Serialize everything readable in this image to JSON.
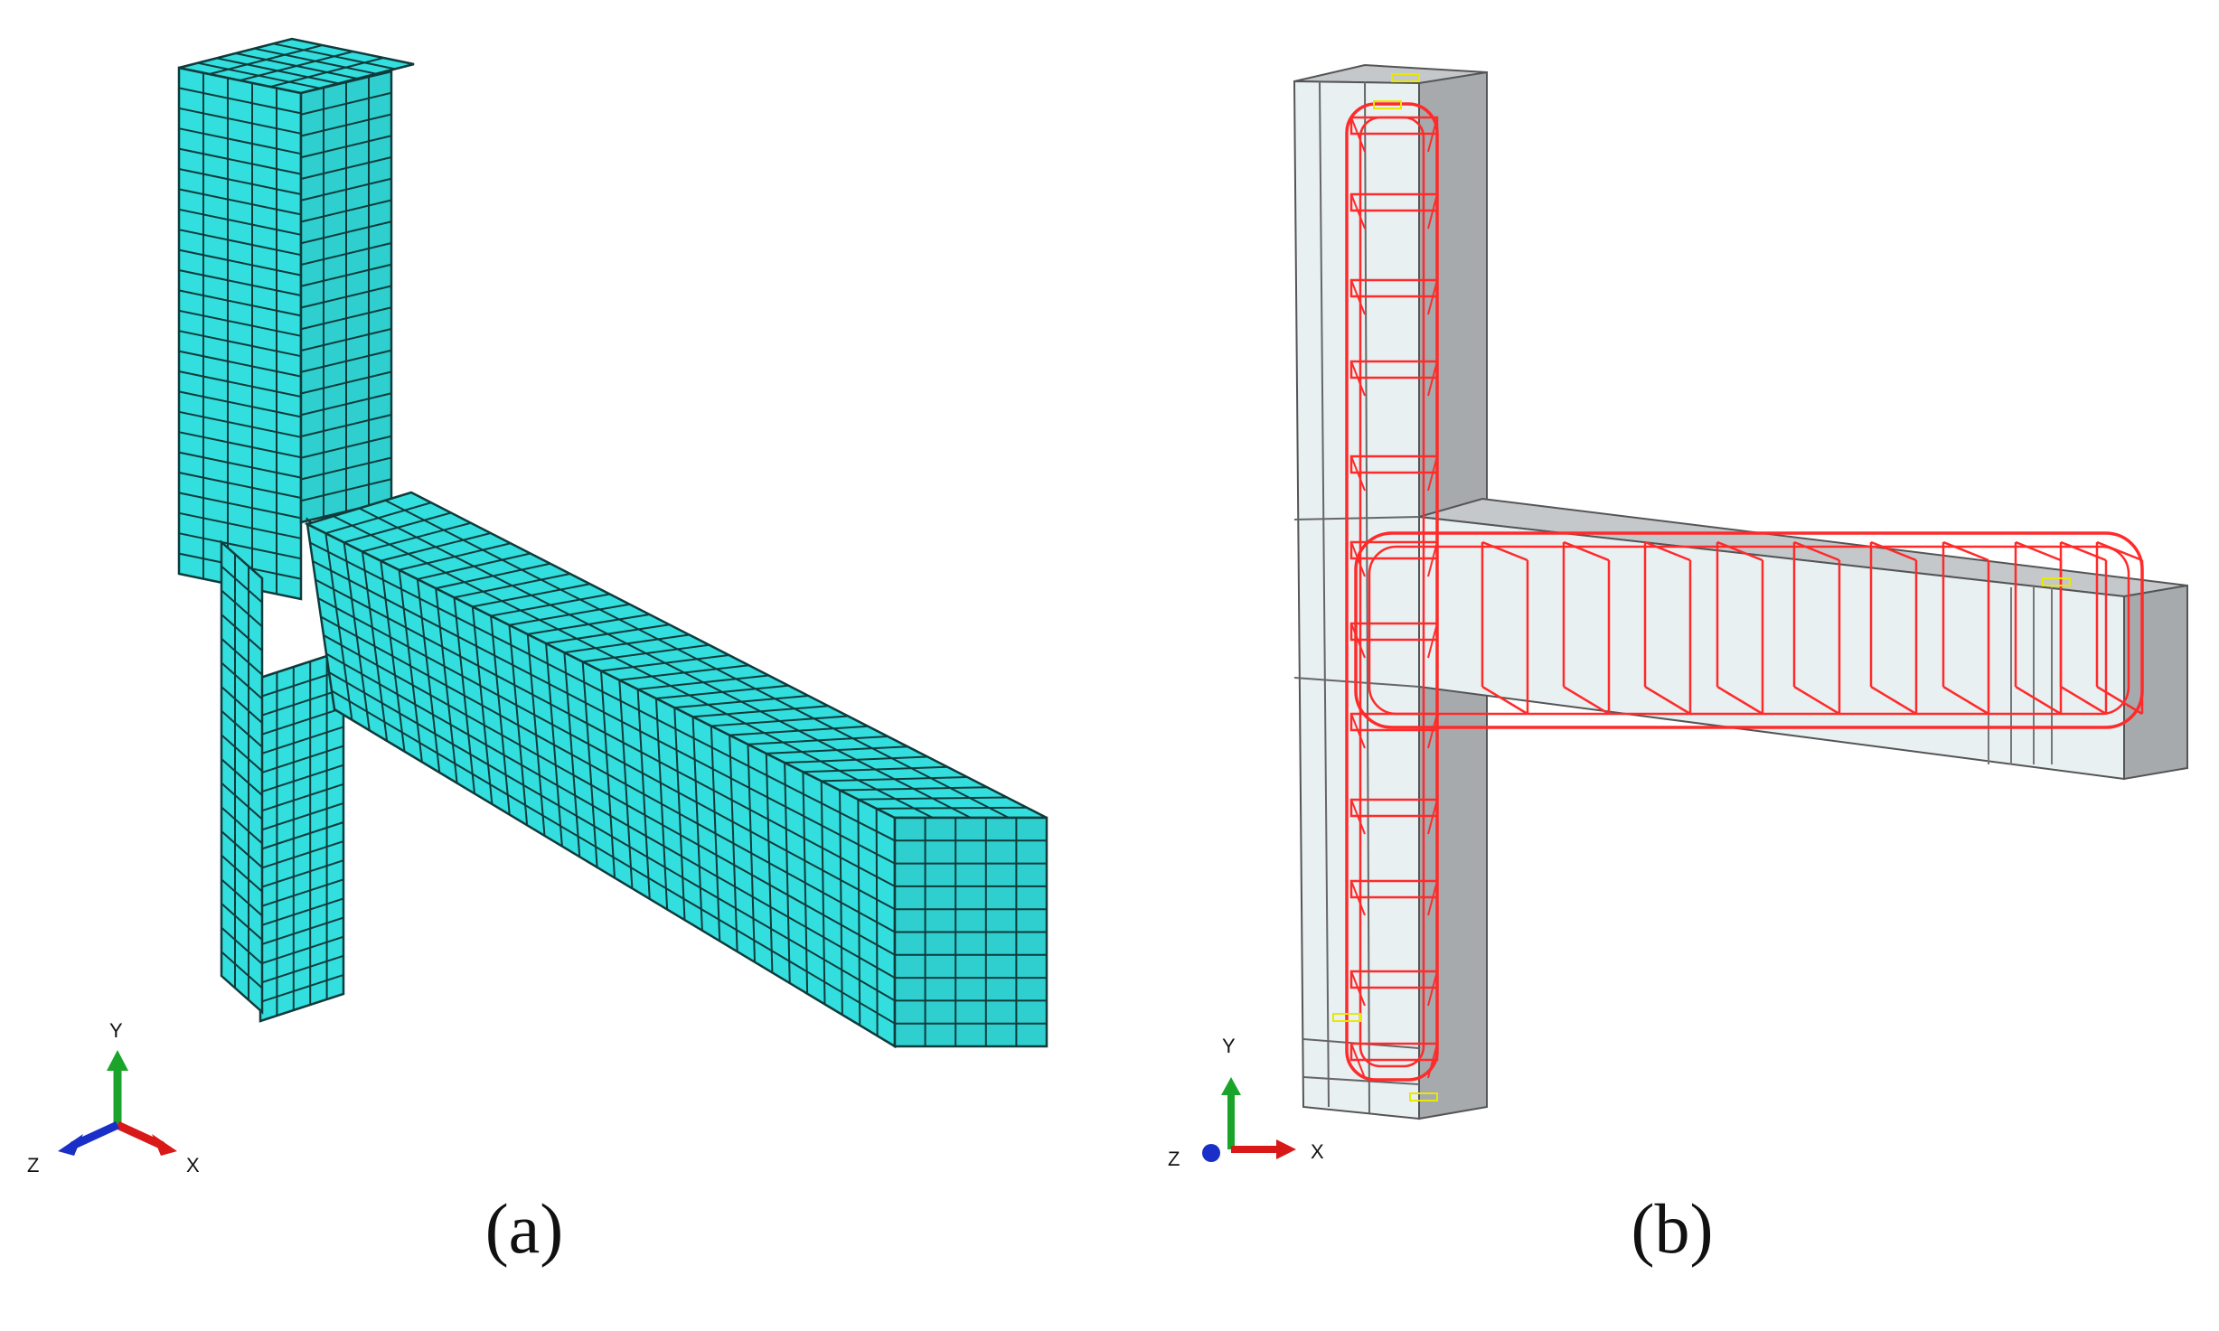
{
  "colors": {
    "mesh_fill": "#33dede",
    "mesh_fill_side": "#2fcfcf",
    "mesh_line": "#0f3b3b",
    "concrete_front": "#e8f0f2",
    "concrete_side": "#a6aaad",
    "concrete_top": "#c4c8ca",
    "rebar": "#ff2a2a",
    "axis_x": "#d91818",
    "axis_y": "#1aa52a",
    "axis_z": "#1a2ec8",
    "annotation": "#e8e800"
  },
  "panel_a": {
    "caption": "(a)",
    "axes": {
      "y": "Y",
      "x": "X",
      "z": "Z"
    }
  },
  "panel_b": {
    "caption": "(b)",
    "axes": {
      "y": "Y",
      "x": "X",
      "z": "Z"
    }
  }
}
